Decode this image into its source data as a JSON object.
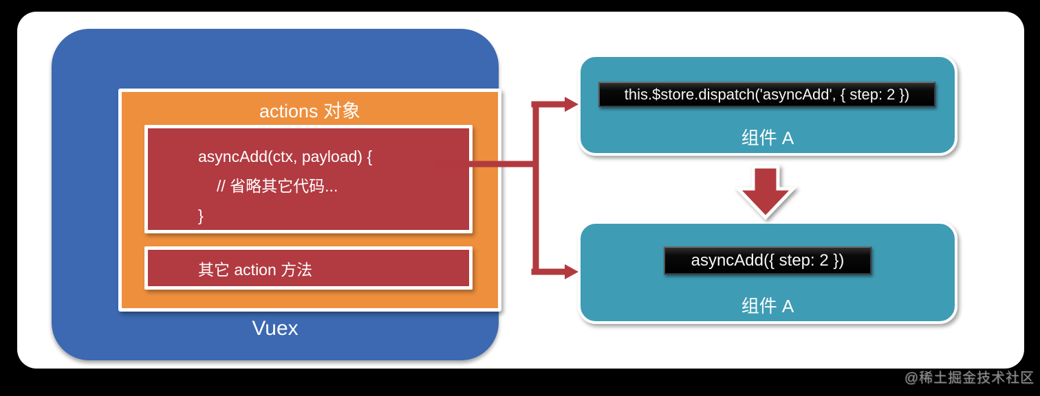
{
  "colors": {
    "background": "#000000",
    "slide": "#ffffff",
    "vuex_blue": "#3c69b1",
    "actions_orange": "#ee8f3d",
    "box_red": "#b23a41",
    "component_teal": "#3f9cb5",
    "arrow_red": "#b23a3f",
    "code_bar_black": "#0a0a0a",
    "text_white": "#ffffff"
  },
  "vuex": {
    "label": "Vuex",
    "actions_title": "actions 对象",
    "async_add": {
      "line1": "asyncAdd(ctx, payload) {",
      "line2": "// 省略其它代码...",
      "line3": "}"
    },
    "other_actions": "其它 action 方法"
  },
  "components": {
    "top": {
      "code": "this.$store.dispatch('asyncAdd', { step: 2 })",
      "label": "组件 A"
    },
    "bottom": {
      "code": "asyncAdd({ step: 2 })",
      "label": "组件 A"
    }
  },
  "watermark": "@稀土掘金技术社区"
}
